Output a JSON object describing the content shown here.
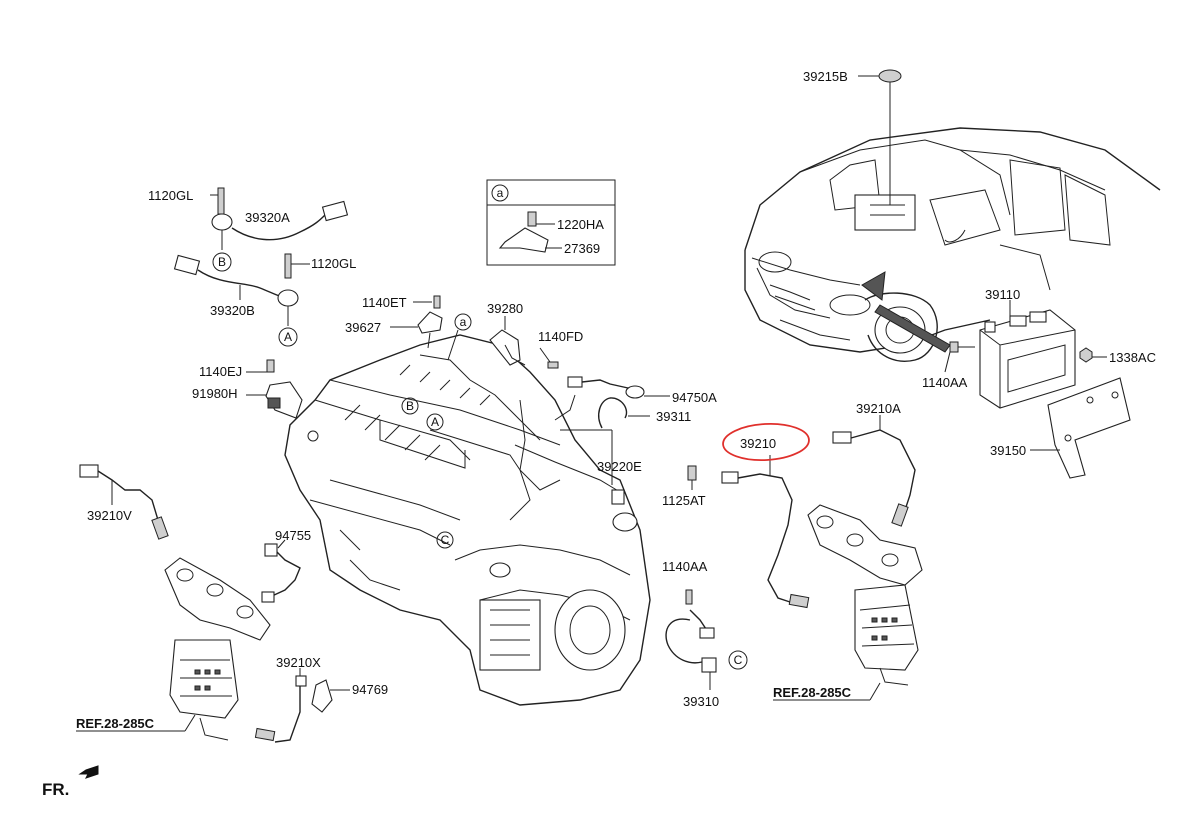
{
  "labels": {
    "p39215B": "39215B",
    "p1120GL_a": "1120GL",
    "p39320A": "39320A",
    "p1120GL_b": "1120GL",
    "p39320B": "39320B",
    "p1220HA": "1220HA",
    "p27369": "27369",
    "p1140ET": "1140ET",
    "p39627": "39627",
    "p39280": "39280",
    "p1140FD": "1140FD",
    "p1140EJ": "1140EJ",
    "p91980H": "91980H",
    "p94750A": "94750A",
    "p39311": "39311",
    "p39220E": "39220E",
    "p1125AT": "1125AT",
    "p39210": "39210",
    "p39210A": "39210A",
    "p39110": "39110",
    "p1338AC": "1338AC",
    "p1140AA_a": "1140AA",
    "p39150": "39150",
    "p39210V": "39210V",
    "p94755": "94755",
    "p1140AA_b": "1140AA",
    "p39310": "39310",
    "p39210X": "39210X",
    "p94769": "94769",
    "ref_right": "REF.28-285C",
    "ref_left": "REF.28-285C",
    "fr": "FR."
  },
  "callouts": {
    "a_box": "a",
    "a_engine": "a",
    "A_sensor": "A",
    "B_sensor": "B",
    "A_engine": "A",
    "B_engine": "B",
    "C_engine": "C",
    "C_sensor": "C"
  },
  "highlight": {
    "color": "#e0302c",
    "target": "39210"
  },
  "icons": [
    "front-direction-arrow-icon"
  ]
}
